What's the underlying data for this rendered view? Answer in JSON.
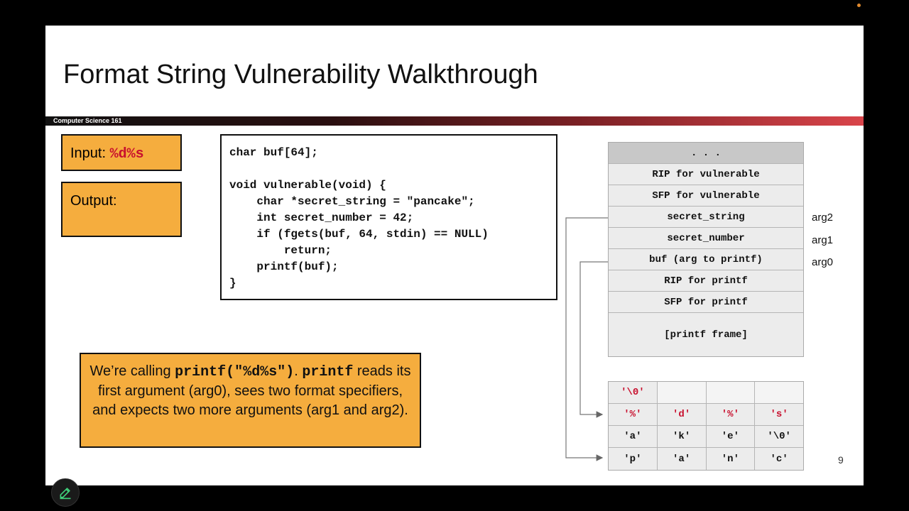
{
  "slide": {
    "title": "Format String Vulnerability Walkthrough",
    "course": "Computer Science 161",
    "page_number": "9"
  },
  "input_box": {
    "label": "Input: ",
    "value": "%d%s"
  },
  "output_box": {
    "label": "Output:"
  },
  "code": "char buf[64];\n\nvoid vulnerable(void) {\n    char *secret_string = \"pancake\";\n    int secret_number = 42;\n    if (fgets(buf, 64, stdin) == NULL)\n        return;\n    printf(buf);\n}",
  "note": {
    "part1": "We’re calling ",
    "code1": "printf(\"%d%s\")",
    "part2": ". ",
    "code2": "printf",
    "part3": " reads its first argument (arg0), sees two format specifiers, and expects two more arguments (arg1 and arg2)."
  },
  "stack": [
    {
      "label": ". . ."
    },
    {
      "label": "RIP for vulnerable"
    },
    {
      "label": "SFP for vulnerable"
    },
    {
      "label": "secret_string",
      "arg": "arg2"
    },
    {
      "label": "secret_number",
      "arg": "arg1"
    },
    {
      "label": "buf (arg to printf)",
      "arg": "arg0"
    },
    {
      "label": "RIP for printf"
    },
    {
      "label": "SFP for printf"
    },
    {
      "label": "[printf frame]"
    }
  ],
  "buffer_grid": [
    [
      "'\\0'",
      "",
      "",
      ""
    ],
    [
      "'%'",
      "'d'",
      "'%'",
      "'s'"
    ],
    [
      "'a'",
      "'k'",
      "'e'",
      "'\\0'"
    ],
    [
      "'p'",
      "'a'",
      "'n'",
      "'c'"
    ]
  ],
  "colors": {
    "accent_orange": "#f5ad3e",
    "highlight_red": "#c8102e",
    "banner_end": "#d9444a"
  },
  "icons": {
    "annotate": "pencil-icon"
  }
}
